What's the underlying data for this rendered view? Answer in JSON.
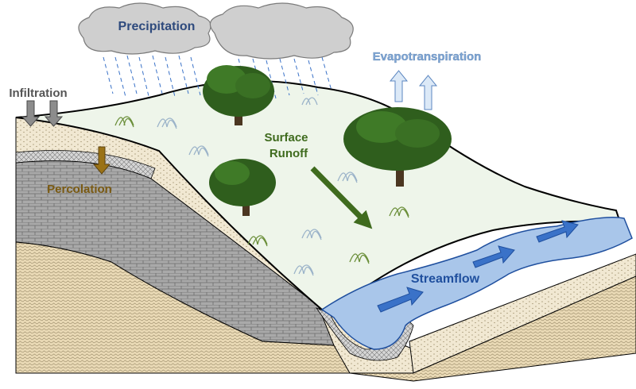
{
  "labels": {
    "precipitation": "Precipitation",
    "evapotranspiration": "Evapotranspiration",
    "infiltration": "Infiltration",
    "surface_runoff_line1": "Surface",
    "surface_runoff_line2": "Runoff",
    "percolation": "Percolation",
    "streamflow": "Streamflow"
  },
  "colors": {
    "precipitation_text": "#2e4a7d",
    "evapotranspiration_text": "#7fa7d6",
    "infiltration_text": "#555555",
    "runoff_text": "#3f6b1e",
    "percolation_text": "#7a5a12",
    "streamflow_text": "#1f4f9e",
    "ground_surface": "#eef5ea",
    "soil": "#efe6d1",
    "bedrock": "#a9a9a9",
    "water": "#a9c6ea",
    "stream_arrow": "#3a72c8",
    "runoff_arrow": "#3f6b1e",
    "cloud": "#cfcfcf"
  }
}
